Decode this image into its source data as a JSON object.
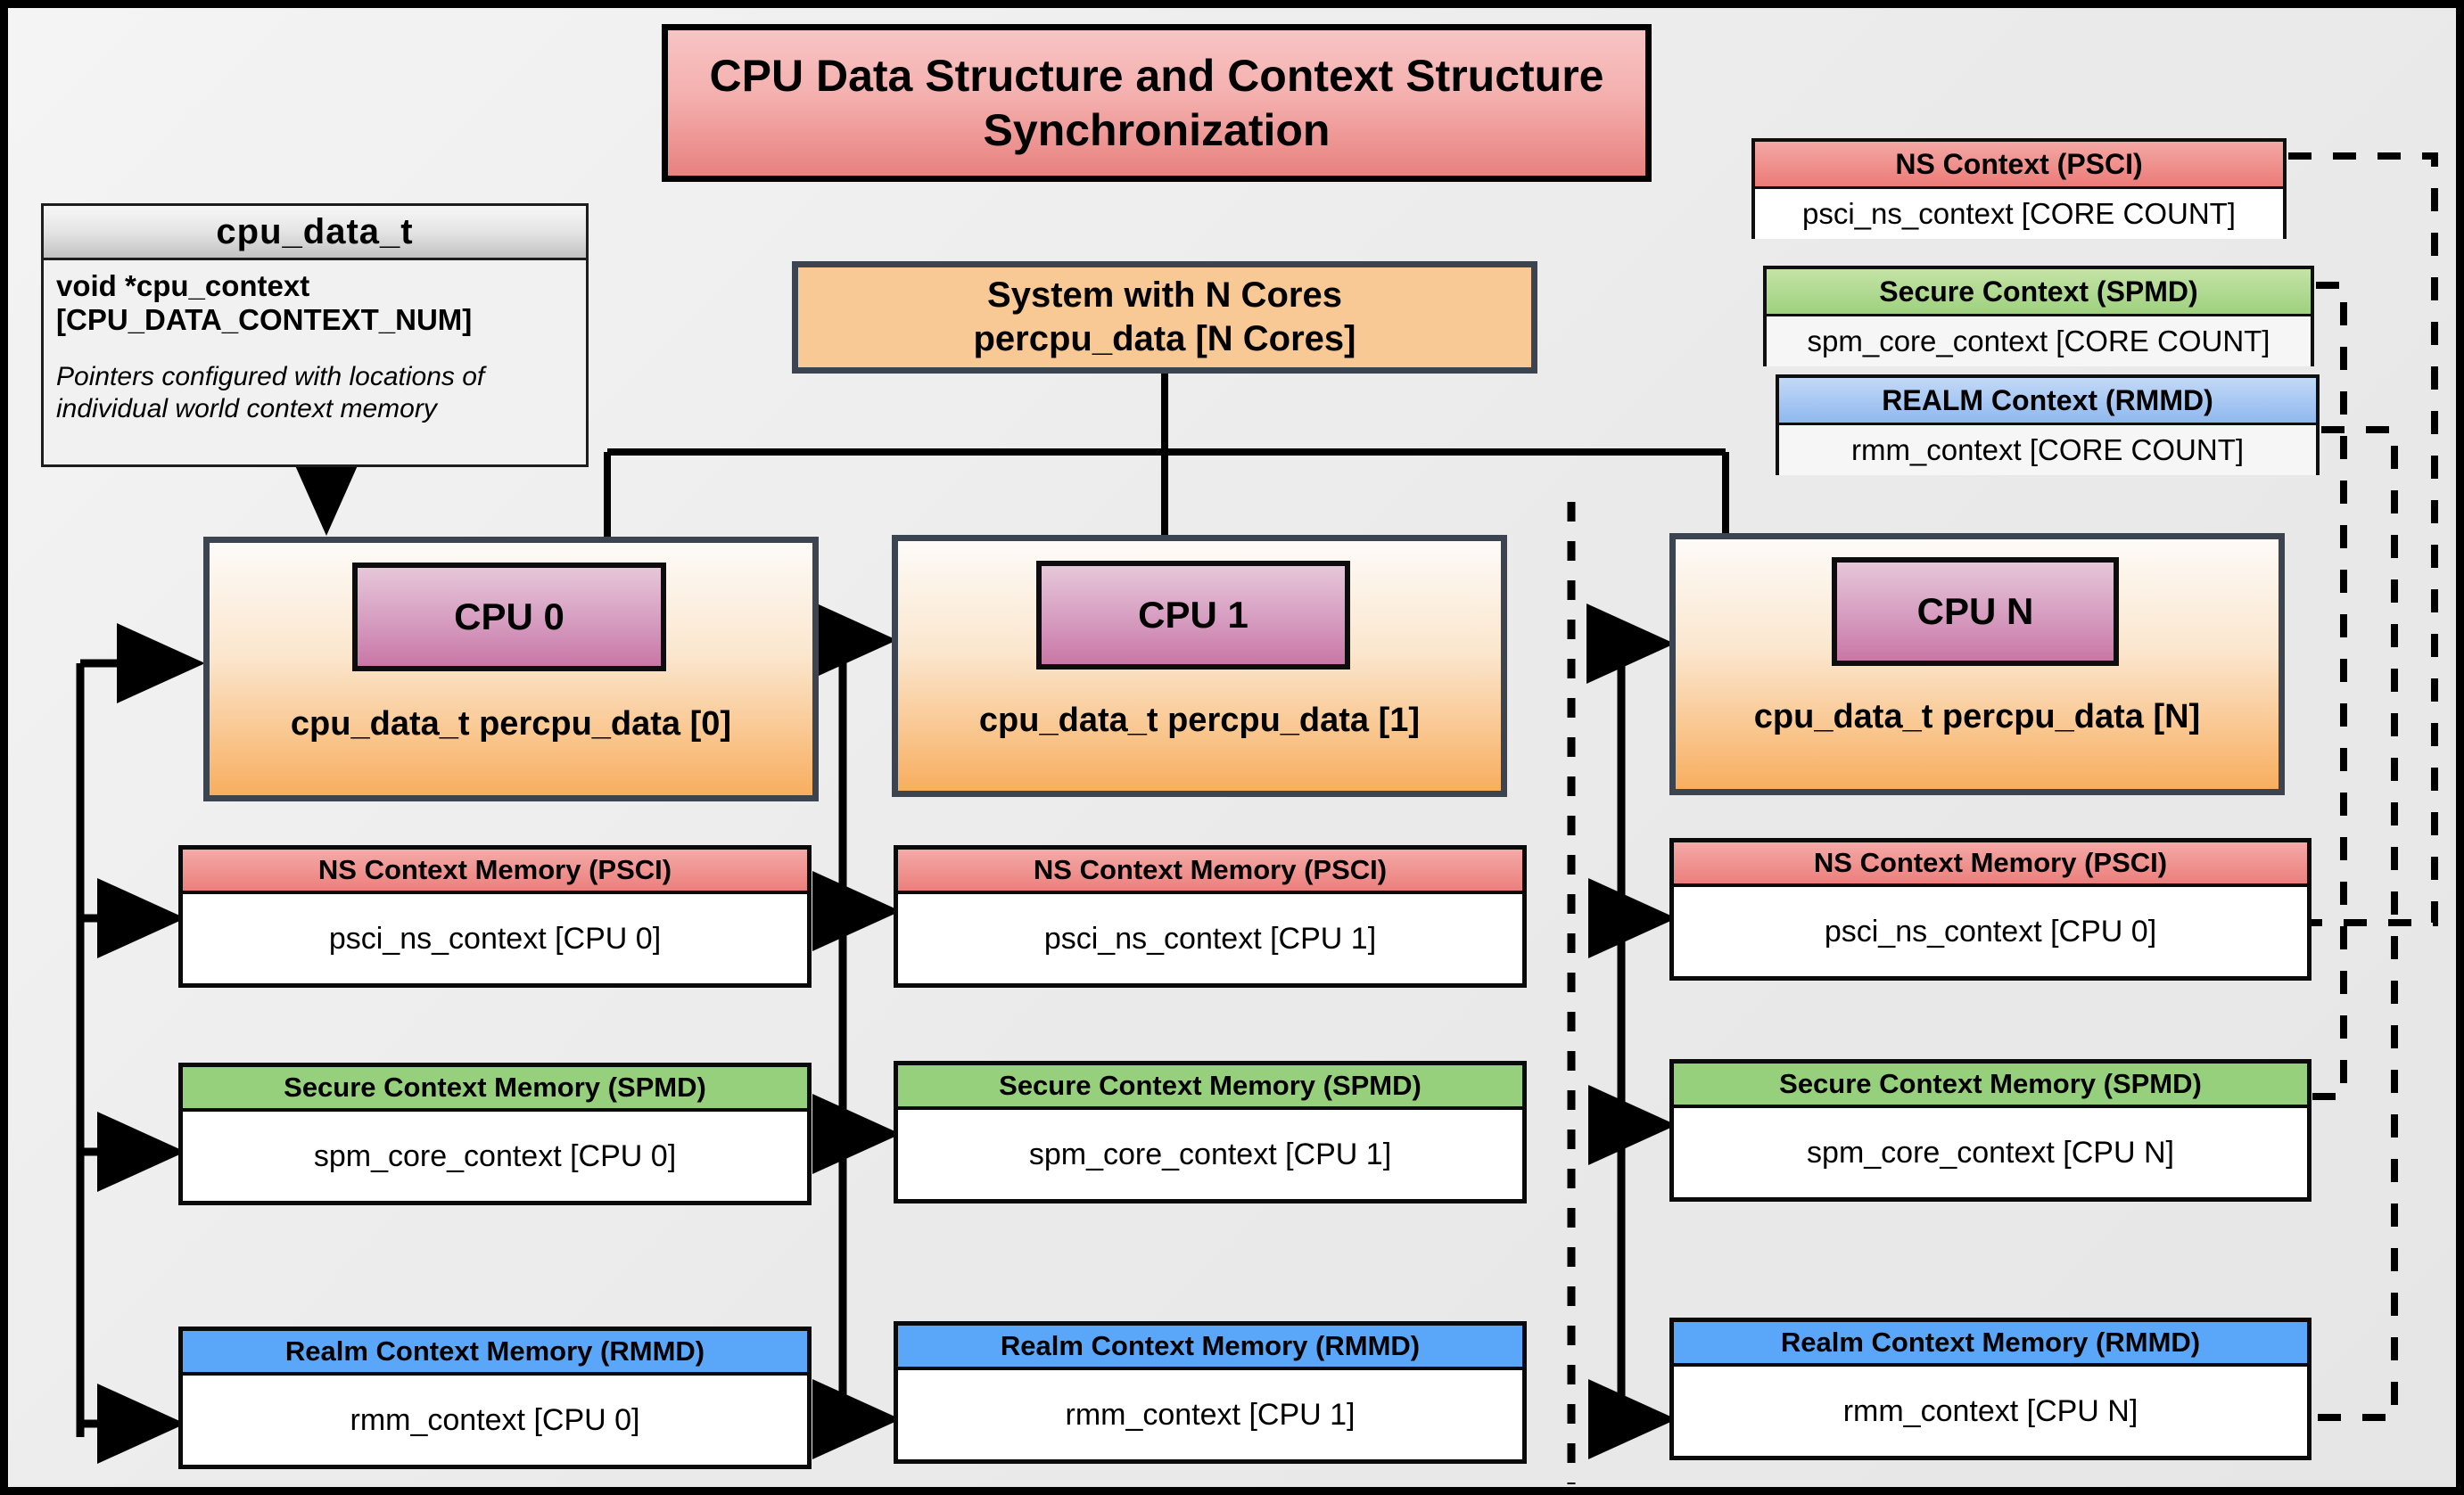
{
  "title": {
    "line1": "CPU Data Structure and Context Structure",
    "line2": "Synchronization"
  },
  "struct": {
    "name": "cpu_data_t",
    "field": "void  *cpu_context\n[CPU_DATA_CONTEXT_NUM]",
    "note": "Pointers configured with locations of individual world context memory"
  },
  "system": {
    "line1": "System with N Cores",
    "line2": "percpu_data [N Cores]"
  },
  "legend": [
    {
      "id": "ns",
      "head": "NS Context  (PSCI)",
      "body": "psci_ns_context [CORE COUNT]",
      "color": "#ec7f7c"
    },
    {
      "id": "sec",
      "head": "Secure Context (SPMD)",
      "body": "spm_core_context [CORE COUNT]",
      "color": "#9ed17e"
    },
    {
      "id": "realm",
      "head": "REALM Context (RMMD)",
      "body": "rmm_context [CORE COUNT]",
      "color": "#8fb8ee"
    }
  ],
  "cpus": [
    {
      "chip": "CPU 0",
      "caption": "cpu_data_t percpu_data [0]",
      "contexts": [
        {
          "head": "NS Context Memory (PSCI)",
          "body": "psci_ns_context [CPU 0]"
        },
        {
          "head": "Secure Context Memory (SPMD)",
          "body": "spm_core_context [CPU 0]"
        },
        {
          "head": "Realm Context Memory (RMMD)",
          "body": "rmm_context [CPU 0]"
        }
      ]
    },
    {
      "chip": "CPU 1",
      "caption": "cpu_data_t percpu_data [1]",
      "contexts": [
        {
          "head": "NS Context Memory (PSCI)",
          "body": "psci_ns_context [CPU 1]"
        },
        {
          "head": "Secure Context Memory (SPMD)",
          "body": "spm_core_context [CPU 1]"
        },
        {
          "head": "Realm Context Memory (RMMD)",
          "body": "rmm_context [CPU 1]"
        }
      ]
    },
    {
      "chip": "CPU N",
      "caption": "cpu_data_t percpu_data [N]",
      "contexts": [
        {
          "head": "NS Context Memory (PSCI)",
          "body": "psci_ns_context [CPU 0]"
        },
        {
          "head": "Secure Context Memory (SPMD)",
          "body": "spm_core_context [CPU N]"
        },
        {
          "head": "Realm Context Memory (RMMD)",
          "body": "rmm_context [CPU N]"
        }
      ]
    }
  ],
  "colors": {
    "ns": "#ec7f7c",
    "secure": "#97d07c",
    "realm": "#5aa6f8",
    "cpu_chip": "#c977a6",
    "cpu_card": "#f8ae5f",
    "system": "#f8c995",
    "title": "#e8817f",
    "canvas": "#eceded",
    "outline": "#000000"
  }
}
